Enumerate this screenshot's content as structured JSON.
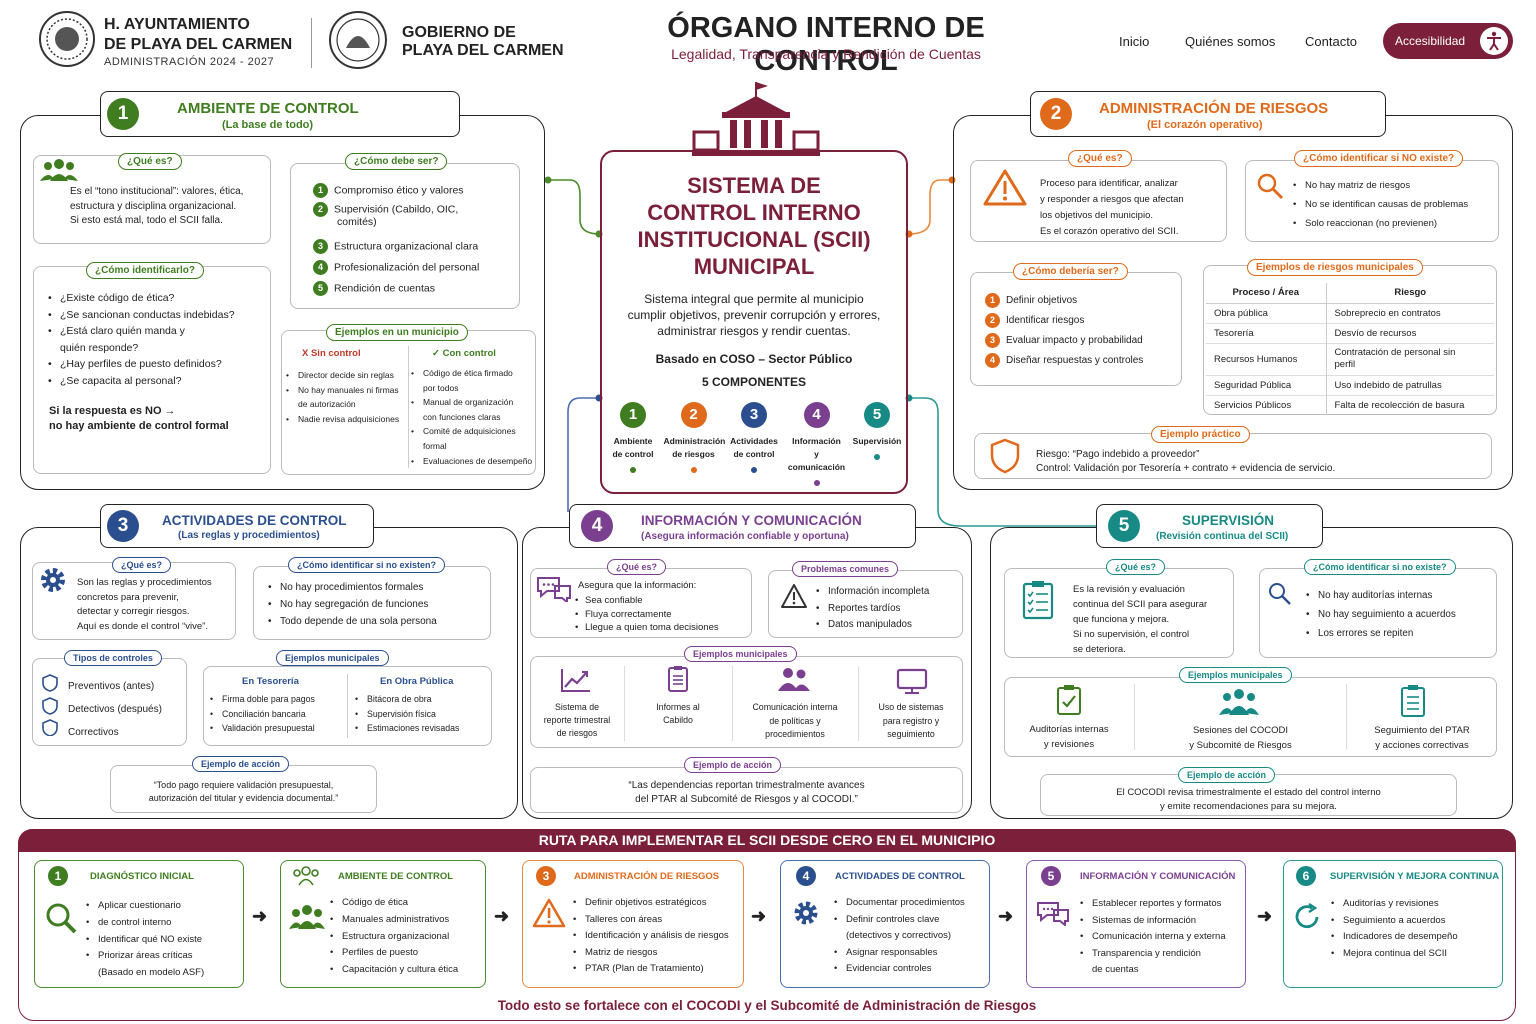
{
  "header": {
    "org1_l1": "H. AYUNTAMIENTO",
    "org1_l2": "DE PLAYA DEL CARMEN",
    "org1_l3": "ADMINISTRACIÓN 2024 - 2027",
    "org2_l1": "GOBIERNO DE",
    "org2_l2": "PLAYA DEL CARMEN",
    "title": "ÓRGANO INTERNO DE CONTROL",
    "subtitle": "Legalidad, Transparencia y Rendición de Cuentas",
    "nav": [
      "Inicio",
      "Quiénes somos",
      "Contacto"
    ],
    "accessibility": "Accesibilidad"
  },
  "center": {
    "title_l1": "SISTEMA DE",
    "title_l2": "CONTROL INTERNO",
    "title_l3": "INSTITUCIONAL (SCII)",
    "title_l4": "MUNICIPAL",
    "desc_l1": "Sistema integral que permite al municipio",
    "desc_l2": "cumplir objetivos, prevenir corrupción y errores,",
    "desc_l3": "administrar riesgos y rendir cuentas.",
    "basis": "Basado en COSO – Sector Público",
    "components_title": "5 COMPONENTES",
    "components": [
      {
        "n": "1",
        "l1": "Ambiente",
        "l2": "de control"
      },
      {
        "n": "2",
        "l1": "Administración",
        "l2": "de riesgos"
      },
      {
        "n": "3",
        "l1": "Actividades",
        "l2": "de control"
      },
      {
        "n": "4",
        "l1": "Información",
        "l2": "y comunicación"
      },
      {
        "n": "5",
        "l1": "Supervisión",
        "l2": ""
      }
    ]
  },
  "c1": {
    "num": "1",
    "title": "AMBIENTE DE CONTROL",
    "sub": "(La base de todo)",
    "que_title": "¿Qué es?",
    "que_l1": "Es el “tono institucional”: valores, ética,",
    "que_l2": "estructura y disciplina organizacional.",
    "que_l3": "Si esto está mal, todo el SCII falla.",
    "como_title": "¿Cómo debe ser?",
    "como_items": [
      {
        "n": "1",
        "t": "Compromiso ético y valores"
      },
      {
        "n": "2",
        "t": "Supervisión (Cabildo, OIC,"
      },
      {
        "n": "",
        "t": "comités)"
      },
      {
        "n": "3",
        "t": "Estructura organizacional clara"
      },
      {
        "n": "4",
        "t": "Profesionalización del personal"
      },
      {
        "n": "5",
        "t": "Rendición de cuentas"
      }
    ],
    "ident_title": "¿Cómo identificarlo?",
    "ident_items": [
      "¿Existe código de ética?",
      "¿Se sancionan conductas indebidas?",
      "¿Está claro quién manda y",
      "quién responde?",
      "¿Hay perfiles de puesto definidos?",
      "¿Se capacita al personal?"
    ],
    "ident_note_l1": "Si la respuesta es NO →",
    "ident_note_l2": "no hay ambiente de control formal",
    "ej_title": "Ejemplos en un municipio",
    "sin": "X Sin control",
    "con": "✓ Con control",
    "sin_items": [
      "Director decide sin reglas",
      "No hay manuales ni firmas",
      "de autorización",
      "Nadie revisa adquisiciones"
    ],
    "con_items": [
      "Código de ética firmado",
      "por todos",
      "Manual de organización",
      "con funciones claras",
      "Comité de adquisiciones",
      "formal",
      "Evaluaciones de desempeño"
    ]
  },
  "c2": {
    "num": "2",
    "title": "ADMINISTRACIÓN DE RIESGOS",
    "sub": "(El corazón operativo)",
    "que_title": "¿Qué es?",
    "que_l1": "Proceso para identificar, analizar",
    "que_l2": "y responder a riesgos que afectan",
    "que_l3": "los objetivos del municipio.",
    "que_l4": "Es el corazón operativo del SCII.",
    "noex_title": "¿Cómo identificar si NO existe?",
    "noex_items": [
      "No hay matriz de riesgos",
      "No se identifican causas de problemas",
      "Solo reaccionan (no previenen)"
    ],
    "deb_title": "¿Cómo debería ser?",
    "deb_items": [
      "Definir objetivos",
      "Identificar riesgos",
      "Evaluar impacto y probabilidad",
      "Diseñar respuestas y controles"
    ],
    "tab_title": "Ejemplos de riesgos municipales",
    "tab_h1": "Proceso / Área",
    "tab_h2": "Riesgo",
    "rows": [
      [
        "Obra pública",
        "Sobreprecio en contratos"
      ],
      [
        "Tesorería",
        "Desvío de recursos"
      ],
      [
        "Recursos Humanos",
        "Contratación de personal sin perfil"
      ],
      [
        "Seguridad Pública",
        "Uso indebido de patrullas"
      ],
      [
        "Servicios Públicos",
        "Falta de recolección de basura"
      ]
    ],
    "prac_title": "Ejemplo práctico",
    "prac_l1": "Riesgo: “Pago indebido a proveedor”",
    "prac_l2": "Control: Validación por Tesorería + contrato + evidencia de servicio."
  },
  "c3": {
    "num": "3",
    "title": "ACTIVIDADES DE CONTROL",
    "sub": "(Las reglas y procedimientos)",
    "que_title": "¿Qué es?",
    "que_l1": "Son las reglas y procedimientos",
    "que_l2": "concretos para prevenir,",
    "que_l3": "detectar y corregir riesgos.",
    "que_l4": "Aquí es donde el control “vive”.",
    "noex_title": "¿Cómo identificar si no existen?",
    "noex_items": [
      "No hay procedimientos formales",
      "No hay segregación de funciones",
      "Todo depende de una sola persona"
    ],
    "tipos_title": "Tipos de controles",
    "tipos": [
      "Preventivos (antes)",
      "Detectivos (después)",
      "Correctivos"
    ],
    "ej_title": "Ejemplos municipales",
    "teso_title": "En Tesorería",
    "teso_items": [
      "Firma doble para pagos",
      "Conciliación bancaria",
      "Validación presupuestal"
    ],
    "obra_title": "En Obra Pública",
    "obra_items": [
      "Bitácora de obra",
      "Supervisión física",
      "Estimaciones revisadas"
    ],
    "acc_title": "Ejemplo de acción",
    "acc_l1": "“Todo pago requiere validación presupuestal,",
    "acc_l2": "autorización del titular y evidencia documental.”"
  },
  "c4": {
    "num": "4",
    "title": "INFORMACIÓN Y COMUNICACIÓN",
    "sub": "(Asegura información confiable y oportuna)",
    "que_title": "¿Qué es?",
    "que_l1": "Asegura que la información:",
    "que_items": [
      "Sea confiable",
      "Fluya correctamente",
      "Llegue a quien toma decisiones"
    ],
    "prob_title": "Problemas comunes",
    "prob_items": [
      "Información incompleta",
      "Reportes tardíos",
      "Datos manipulados"
    ],
    "ej_title": "Ejemplos municipales",
    "ej_items": [
      {
        "l1": "Sistema de",
        "l2": "reporte trimestral",
        "l3": "de riesgos"
      },
      {
        "l1": "Informes al",
        "l2": "Cabildo",
        "l3": ""
      },
      {
        "l1": "Comunicación interna",
        "l2": "de políticas y",
        "l3": "procedimientos"
      },
      {
        "l1": "Uso de sistemas",
        "l2": "para registro y",
        "l3": "seguimiento"
      }
    ],
    "acc_title": "Ejemplo de acción",
    "acc_l1": "“Las dependencias reportan trimestralmente avances",
    "acc_l2": "del PTAR al Subcomité de Riesgos y al COCODI.”"
  },
  "c5": {
    "num": "5",
    "title": "SUPERVISIÓN",
    "sub": "(Revisión continua del SCII)",
    "que_title": "¿Qué es?",
    "que_l1": "Es la revisión y evaluación",
    "que_l2": "continua del SCII para asegurar",
    "que_l3": "que funciona y mejora.",
    "que_l4": "Si no supervisión, el control",
    "que_l5": "se deteriora.",
    "noex_title": "¿Cómo identificar si no existe?",
    "noex_items": [
      "No hay auditorías internas",
      "No hay seguimiento a acuerdos",
      "Los errores se repiten"
    ],
    "ej_title": "Ejemplos municipales",
    "ej_items": [
      {
        "l1": "Auditorías internas",
        "l2": "y revisiones"
      },
      {
        "l1": "Sesiones del COCODI",
        "l2": "y Subcomité de Riesgos"
      },
      {
        "l1": "Seguimiento del PTAR",
        "l2": "y acciones correctivas"
      }
    ],
    "acc_title": "Ejemplo de acción",
    "acc_l1": "El COCODI revisa trimestralmente el estado del control interno",
    "acc_l2": "y emite recomendaciones para su mejora."
  },
  "ruta": {
    "title": "RUTA PARA IMPLEMENTAR EL SCII DESDE CERO EN EL MUNICIPIO",
    "steps": [
      {
        "n": "1",
        "title": "DIAGNÓSTICO INICIAL",
        "items": [
          "Aplicar cuestionario",
          "de control interno",
          "Identificar qué NO existe",
          "Priorizar áreas críticas",
          "(Basado en modelo ASF)"
        ]
      },
      {
        "n": "",
        "title": "AMBIENTE DE CONTROL",
        "items": [
          "Código de ética",
          "Manuales administrativos",
          "Estructura organizacional",
          "Perfiles de puesto",
          "Capacitación y cultura ética"
        ]
      },
      {
        "n": "3",
        "title": "ADMINISTRACIÓN DE RIESGOS",
        "items": [
          "Definir objetivos estratégicos",
          "Talleres con áreas",
          "Identificación y análisis de riesgos",
          "Matriz de riesgos",
          "PTAR (Plan de Tratamiento)"
        ]
      },
      {
        "n": "4",
        "title": "ACTIVIDADES DE CONTROL",
        "items": [
          "Documentar procedimientos",
          "Definir controles clave",
          "(detectivos y correctivos)",
          "Asignar responsables",
          "Evidenciar controles"
        ]
      },
      {
        "n": "5",
        "title": "INFORMACIÓN Y COMUNICACIÓN",
        "items": [
          "Establecer reportes y formatos",
          "Sistemas de información",
          "Comunicación interna y externa",
          "Transparencia y rendición",
          "de cuentas"
        ]
      },
      {
        "n": "6",
        "title": "SUPERVISIÓN Y MEJORA CONTINUA",
        "items": [
          "Auditorías y revisiones",
          "Seguimiento a acuerdos",
          "Indicadores de desempeño",
          "Mejora continua del SCII"
        ]
      }
    ],
    "footer": "Todo esto se fortalece con el COCODI y el Subcomité de Administración de Riesgos"
  },
  "colors": {
    "maroon": "#7b1f3a",
    "green": "#3f7d20",
    "orange": "#e06a1b",
    "blue": "#2b4f8e",
    "purple": "#7a3f8f",
    "teal": "#178a85"
  }
}
